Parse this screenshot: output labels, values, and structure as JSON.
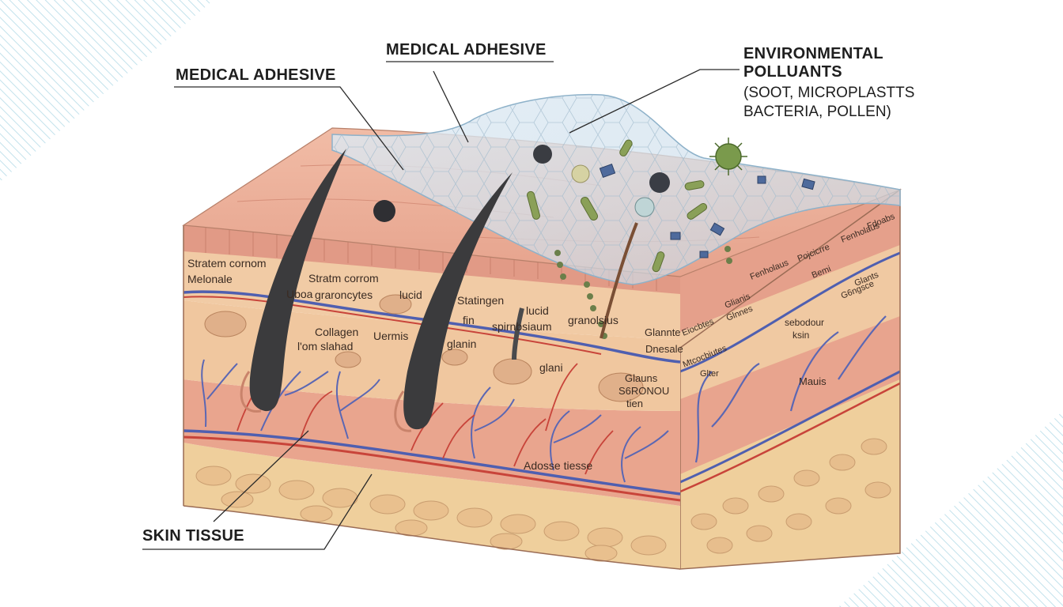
{
  "callouts": {
    "adhesive_left": "MEDICAL ADHESIVE",
    "adhesive_top": "MEDICAL ADHESIVE",
    "pollutants_title_1": "ENVIRONMENTAL",
    "pollutants_title_2": "POLLUANTS",
    "pollutants_detail_1": "(SOOT, MICROPLASTTS",
    "pollutants_detail_2": "BACTERIA, POLLEN)",
    "skin_tissue": "SKIN TISSUE"
  },
  "front_labels": [
    "Stratem cornom",
    "Melonale",
    "Stratm corrom",
    "Uboa",
    "graroncytes",
    "lucid",
    "Statingen",
    "lucid",
    "fin",
    "spirnbsiaum",
    "granolsius",
    "Glannte",
    "Collagen",
    "Uermis",
    "l'om slahad",
    "glanin",
    "glani",
    "Glauns",
    "S6RONOU",
    "tien",
    "Dnesale",
    "Adosse tiesse"
  ],
  "side_labels": [
    "Fdoabs",
    "Fenholaus",
    "Pojcicrre",
    "Fenholaus",
    "Glianis",
    "Bemi",
    "Glants",
    "G6ngsce",
    "Eiocbtes",
    "Glnnes",
    "sebodour",
    "ksin",
    "Mtcocbiutes",
    "Glter",
    "Mauis"
  ],
  "colors": {
    "background": "#ffffff",
    "stratum": "#e8a995",
    "dermis": "#f0c79f",
    "reticular": "#e9a58e",
    "fat": "#efcf9c",
    "vein": "#4f5fb0",
    "artery": "#c8443a",
    "hair": "#3b3b3d",
    "adhesive": "#bcd6e8",
    "diagonal_lines": "#9fd0df"
  }
}
